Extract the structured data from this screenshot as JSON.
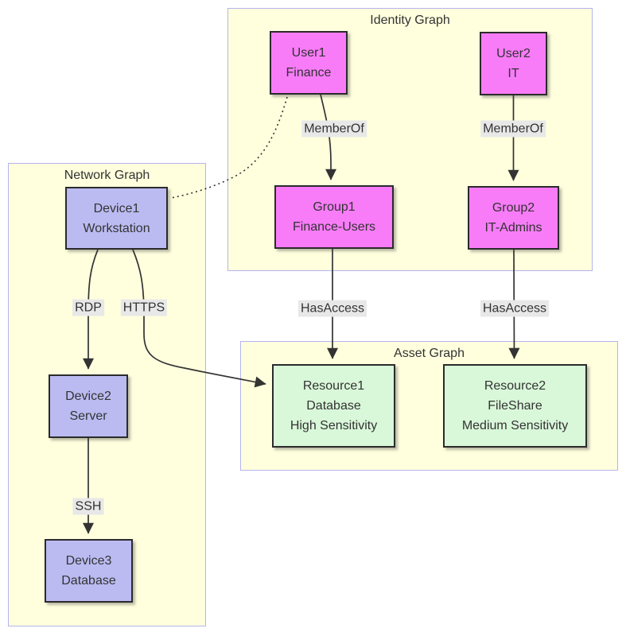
{
  "diagram_type": "security-graph-flowchart",
  "colors": {
    "subgraph_fill": "#ffffde",
    "subgraph_border": "#b4b4ee",
    "identity_node_fill": "#f87cf8",
    "network_node_fill": "#bbbbf2",
    "asset_node_fill": "#d9f7d9",
    "node_border": "#2b2b2b",
    "edge_stroke": "#333333",
    "edge_label_bg": "#e8e8e8",
    "text": "#333333",
    "page_bg": "#ffffff"
  },
  "subgraphs": {
    "identity": {
      "title": "Identity Graph"
    },
    "network": {
      "title": "Network Graph"
    },
    "asset": {
      "title": "Asset Graph"
    }
  },
  "nodes": {
    "user1": {
      "group": "identity",
      "lines": [
        "User1",
        "Finance"
      ]
    },
    "user2": {
      "group": "identity",
      "lines": [
        "User2",
        "IT"
      ]
    },
    "group1": {
      "group": "identity",
      "lines": [
        "Group1",
        "Finance-Users"
      ]
    },
    "group2": {
      "group": "identity",
      "lines": [
        "Group2",
        "IT-Admins"
      ]
    },
    "device1": {
      "group": "network",
      "lines": [
        "Device1",
        "Workstation"
      ]
    },
    "device2": {
      "group": "network",
      "lines": [
        "Device2",
        "Server"
      ]
    },
    "device3": {
      "group": "network",
      "lines": [
        "Device3",
        "Database"
      ]
    },
    "resource1": {
      "group": "asset",
      "lines": [
        "Resource1",
        "Database",
        "High Sensitivity"
      ]
    },
    "resource2": {
      "group": "asset",
      "lines": [
        "Resource2",
        "FileShare",
        "Medium Sensitivity"
      ]
    }
  },
  "edges": {
    "user1_group1": {
      "from": "User1",
      "to": "Group1",
      "label": "MemberOf",
      "line_style": "solid-arrow"
    },
    "user2_group2": {
      "from": "User2",
      "to": "Group2",
      "label": "MemberOf",
      "line_style": "solid-arrow"
    },
    "group1_resource1": {
      "from": "Group1",
      "to": "Resource1",
      "label": "HasAccess",
      "line_style": "solid-arrow"
    },
    "group2_resource2": {
      "from": "Group2",
      "to": "Resource2",
      "label": "HasAccess",
      "line_style": "solid-arrow"
    },
    "device1_device2": {
      "from": "Device1",
      "to": "Device2",
      "label": "RDP",
      "line_style": "solid-arrow"
    },
    "device1_resource1": {
      "from": "Device1",
      "to": "Resource1",
      "label": "HTTPS",
      "line_style": "solid-arrow"
    },
    "device2_device3": {
      "from": "Device2",
      "to": "Device3",
      "label": "SSH",
      "line_style": "solid-arrow"
    },
    "user1_device1": {
      "from": "User1",
      "to": "Device1",
      "label": "",
      "line_style": "dotted-no-arrow"
    }
  }
}
